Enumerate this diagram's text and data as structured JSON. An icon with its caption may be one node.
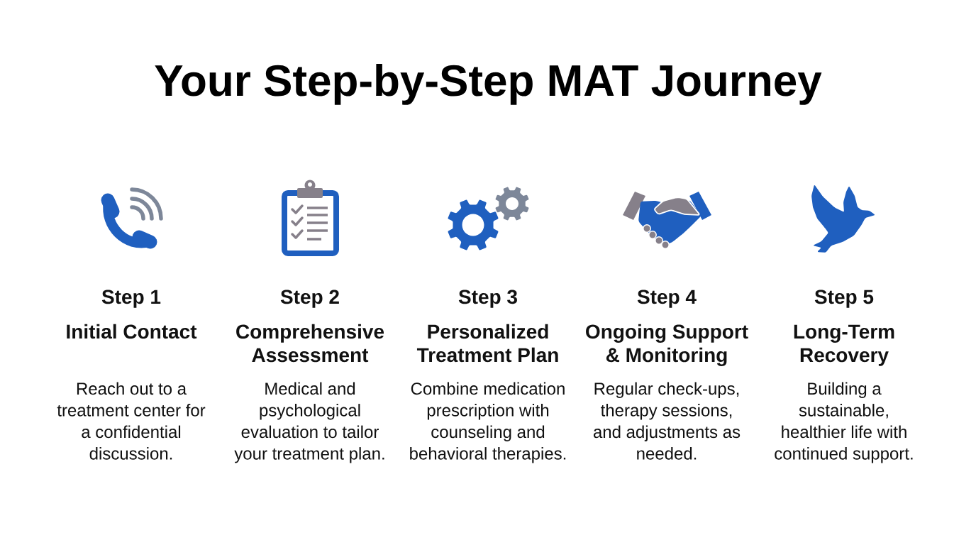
{
  "diagram": {
    "title": "Your Step-by-Step MAT Journey",
    "labels": [
      "Step 1",
      "Initial Contact",
      "Reach out to a treatment center for a confidential discussion.",
      "Step 2",
      "Comprehensive Assessment",
      "Medical and psychological evaluation to tailor your treatment plan.",
      "Step 3",
      "Personalized Treatment Plan",
      "Combine medication prescription with counseling and behavioral therapies.",
      "Step 4",
      "Ongoing Support & Monitoring",
      "Regular check-ups, therapy sessions, and adjustments as needed.",
      "Step 5",
      "Long-Term Recovery",
      "Building a sustainable, healthier life with continued support."
    ]
  }
}
